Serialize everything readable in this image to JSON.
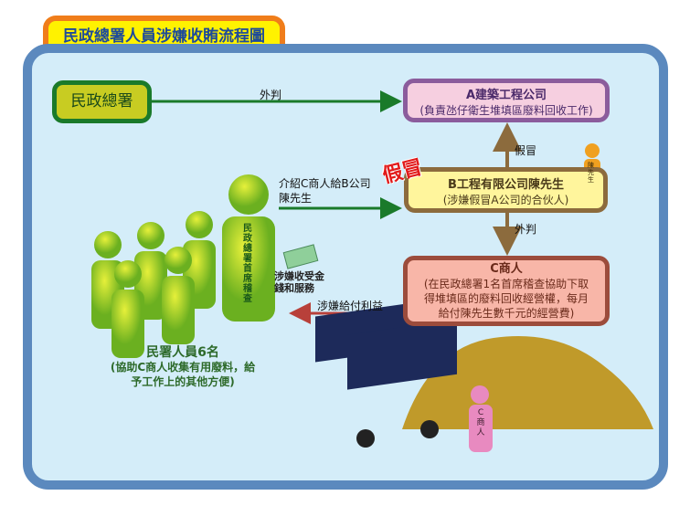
{
  "title": "民政總署人員涉嫌收賄流程圖",
  "nodes": {
    "mz": "民政總署",
    "a": {
      "title": "A建築工程公司",
      "sub": "(負責氹仔衛生堆填區廢料回收工作)"
    },
    "b": {
      "title": "B工程有限公司陳先生",
      "sub": "(涉嫌假冒A公司的合伙人)"
    },
    "c": {
      "title": "C商人",
      "sub1": "(在民政總署1名首席稽查協助下取",
      "sub2": "得堆填區的廢料回收經營權，每月",
      "sub3": "給付陳先生數千元的經營費)"
    },
    "staff": {
      "title": "民署人員6名",
      "sub1": "(協助C商人收集有用廢料，給",
      "sub2": "予工作上的其他方便)"
    }
  },
  "edges": {
    "mz_to_a": "外判",
    "b_to_a": "假冒",
    "b_to_c": "外判",
    "staff_to_b_1": "介紹C商人給B公司",
    "staff_to_b_2": "陳先生",
    "c_to_staff": "涉嫌給付利益"
  },
  "annotations": {
    "fake_stamp": "假冒",
    "money_1": "涉嫌收受金",
    "money_2": "錢和服務",
    "chief_label": "民政總署首席稽查",
    "chen_label": "陳先生",
    "merchant_label": "C商人"
  },
  "colors": {
    "green": "#1a7a2a",
    "brown": "#8c6b3d",
    "red": "#b8403a",
    "panel_border": "#5b89be"
  }
}
